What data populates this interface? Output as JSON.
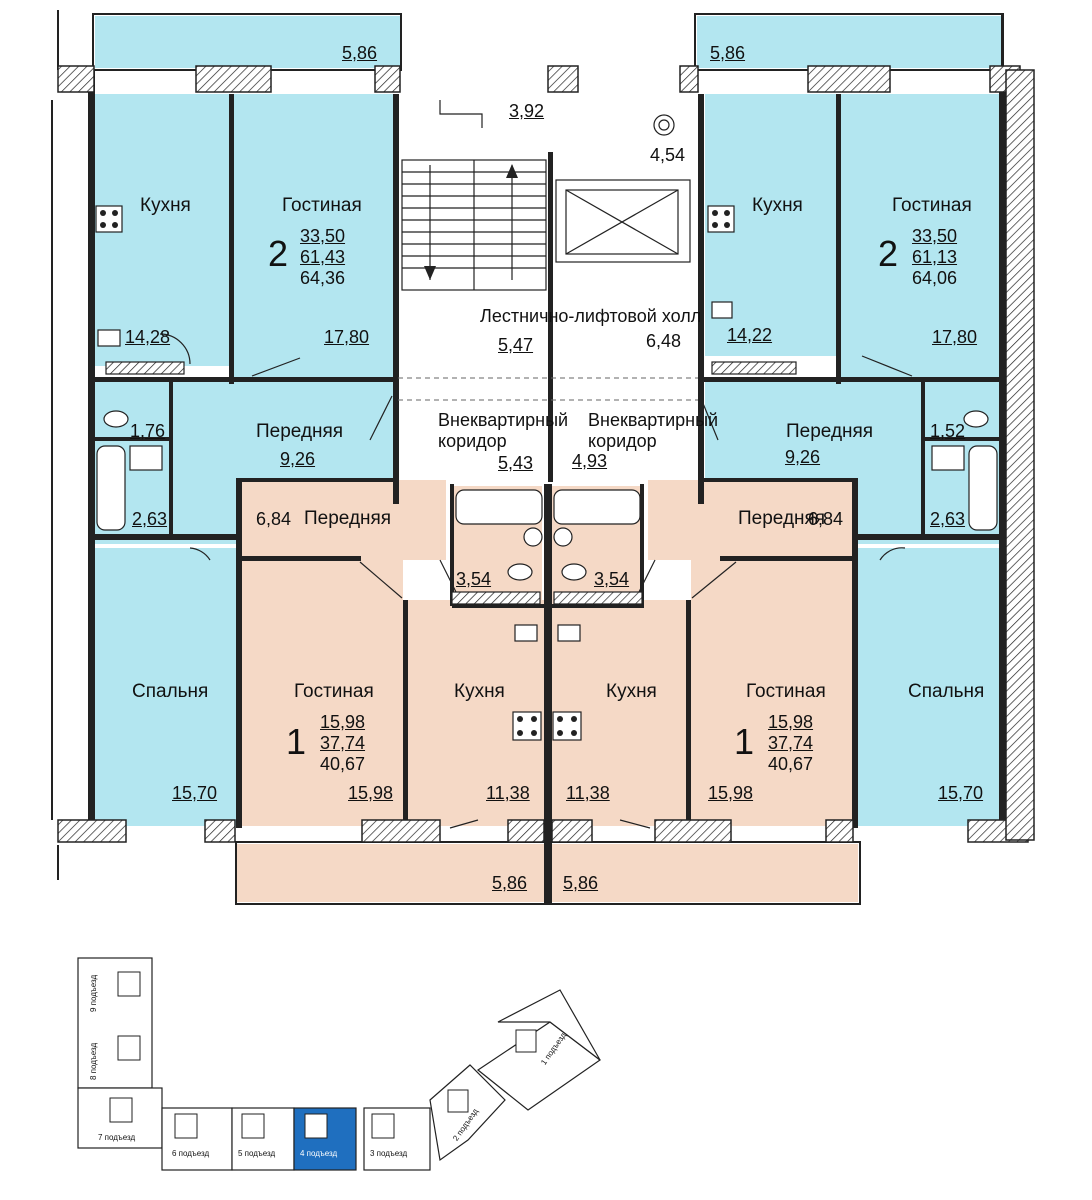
{
  "rooms": {
    "balcony_tl": "5,86",
    "balcony_tr": "5,86",
    "balcony_bl": "5,86",
    "balcony_br": "5,86",
    "kitchen_l_label": "Кухня",
    "kitchen_l_area": "14,28",
    "living_l_label": "Гостиная",
    "living_l_area": "17,80",
    "apt2l_rooms": "2",
    "apt2l_a1": "33,50",
    "apt2l_a2": "61,43",
    "apt2l_a3": "64,36",
    "kitchen_r_label": "Кухня",
    "kitchen_r_area": "14,22",
    "living_r_label": "Гостиная",
    "living_r_area": "17,80",
    "apt2r_rooms": "2",
    "apt2r_a1": "33,50",
    "apt2r_a2": "61,13",
    "apt2r_a3": "64,06",
    "hall_label": "Лестнично-лифтовой холл",
    "hall_a1": "3,92",
    "hall_a2": "4,54",
    "hall_a3": "5,47",
    "hall_a4": "6,48",
    "corr_l_label1": "Внеквартирный",
    "corr_l_label2": "коридор",
    "corr_l_area": "5,43",
    "corr_r_label1": "Внеквартирный",
    "corr_r_label2": "коридор",
    "corr_r_area": "4,93",
    "front_l_label": "Передняя",
    "front_l_area": "9,26",
    "front_r_label": "Передняя",
    "front_r_area": "9,26",
    "wc_l": "1,76",
    "bath_l": "2,63",
    "wc_r": "1,52",
    "bath_r": "2,63",
    "front1l_area": "6,84",
    "front1l_label": "Передняя",
    "front1r_label": "Передняя",
    "front1r_area": "6,84",
    "bath1l": "3,54",
    "bath1r": "3,54",
    "bed_l_label": "Спальня",
    "bed_l_area": "15,70",
    "bed_r_label": "Спальня",
    "bed_r_area": "15,70",
    "living1l_label": "Гостиная",
    "living1l_area": "15,98",
    "apt1l_rooms": "1",
    "apt1l_a1": "15,98",
    "apt1l_a2": "37,74",
    "apt1l_a3": "40,67",
    "kitchen1l_label": "Кухня",
    "kitchen1l_area": "11,38",
    "kitchen1r_label": "Кухня",
    "kitchen1r_area": "11,38",
    "living1r_label": "Гостиная",
    "living1r_area": "15,98",
    "apt1r_rooms": "1",
    "apt1r_a1": "15,98",
    "apt1r_a2": "37,74",
    "apt1r_a3": "40,67"
  },
  "keyplan": {
    "entrances": [
      "1 подъезд",
      "2 подъезд",
      "3 подъезд",
      "4 подъезд",
      "5 подъезд",
      "6 подъезд",
      "7 подъезд",
      "8 подъезд",
      "9 подъезд"
    ],
    "highlight_color": "#1f6fbf"
  },
  "colors": {
    "two_room": "#b3e6f0",
    "one_room": "#f5d9c6",
    "wall": "#222222"
  }
}
